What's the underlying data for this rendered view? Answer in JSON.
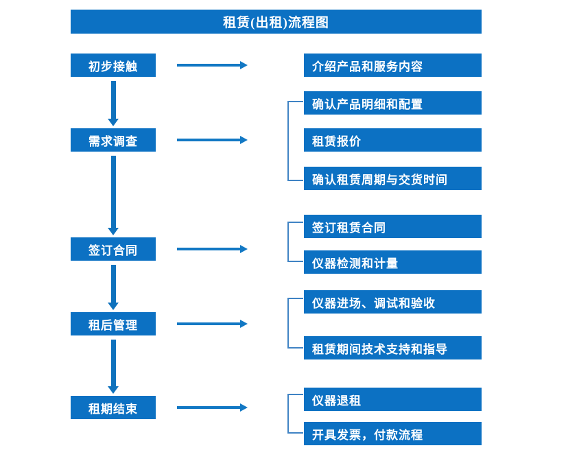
{
  "chart_data": {
    "type": "diagram",
    "title": "租赁(出租)流程图",
    "orientation": "vertical-flow-with-detail-branches",
    "stages": [
      {
        "label": "初步接触",
        "details": [
          "介绍产品和服务内容"
        ]
      },
      {
        "label": "需求调查",
        "details": [
          "确认产品明细和配置",
          "租赁报价",
          "确认租赁周期与交货时间"
        ]
      },
      {
        "label": "签订合同",
        "details": [
          "签订租赁合同",
          "仪器检测和计量"
        ]
      },
      {
        "label": "租后管理",
        "details": [
          "仪器进场、调试和验收",
          "租赁期间技术支持和指导"
        ]
      },
      {
        "label": "租期结束",
        "details": [
          "仪器退租",
          "开具发票，付款流程"
        ]
      }
    ]
  },
  "title": {
    "text": "租赁(出租)流程图"
  },
  "colors": {
    "box_blue": "#0C71C3",
    "arrow_blue": "#1278C4",
    "bracket_blue": "#3F83C4",
    "text_white": "#FFFFFF",
    "background": "#FFFFFF"
  },
  "stages": [
    {
      "label": "初步接触"
    },
    {
      "label": "需求调查"
    },
    {
      "label": "签订合同"
    },
    {
      "label": "租后管理"
    },
    {
      "label": "租期结束"
    }
  ],
  "details": [
    {
      "label": "介绍产品和服务内容"
    },
    {
      "label": "确认产品明细和配置"
    },
    {
      "label": "租赁报价"
    },
    {
      "label": "确认租赁周期与交货时间"
    },
    {
      "label": "签订租赁合同"
    },
    {
      "label": "仪器检测和计量"
    },
    {
      "label": "仪器进场、调试和验收"
    },
    {
      "label": "租赁期间技术支持和指导"
    },
    {
      "label": "仪器退租"
    },
    {
      "label": "开具发票，付款流程"
    }
  ]
}
